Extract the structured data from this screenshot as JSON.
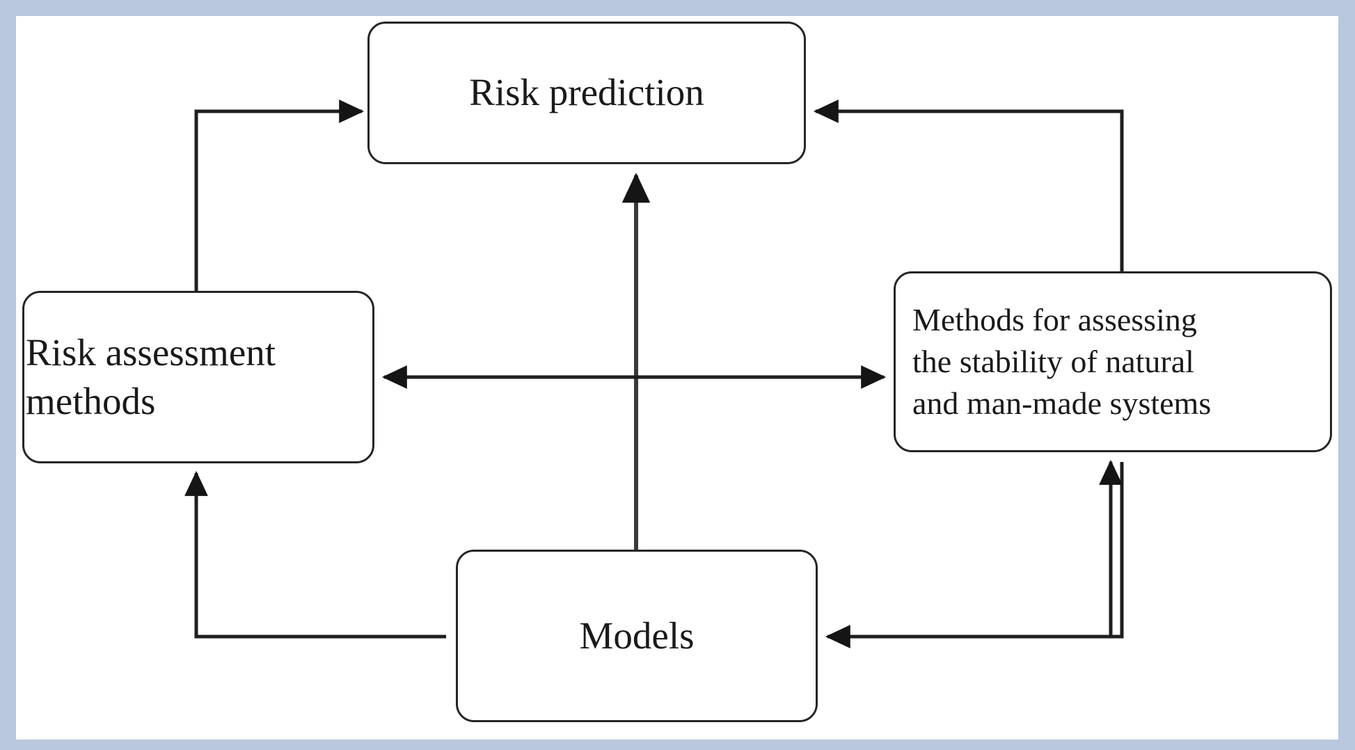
{
  "figure": {
    "type": "cycle-diagram",
    "title": "",
    "border_color": "#b9c8de",
    "background_color": "#ffffff",
    "stroke_color": "#262626",
    "text_color": "#1a1a1a"
  },
  "nodes": [
    {
      "id": "risk-prediction",
      "label": "Risk prediction",
      "position": "top"
    },
    {
      "id": "risk-assessment",
      "label": "Risk assessment\nmethods",
      "position": "left"
    },
    {
      "id": "stability",
      "label": "Methods for assessing\nthe stability of natural\nand man-made systems",
      "position": "right"
    },
    {
      "id": "models",
      "label": "Models",
      "position": "bottom"
    }
  ],
  "edges": [
    {
      "id": "edge-assessment-to-prediction",
      "from": "risk-assessment",
      "to": "risk-prediction",
      "arrowheads": "end",
      "style": "elbow"
    },
    {
      "id": "edge-stability-to-prediction",
      "from": "stability",
      "to": "risk-prediction",
      "arrowheads": "end",
      "style": "elbow"
    },
    {
      "id": "edge-models-to-prediction",
      "from": "models",
      "to": "risk-prediction",
      "arrowheads": "end",
      "style": "straight-vertical"
    },
    {
      "id": "edge-assessment-stability",
      "from": "risk-assessment",
      "to": "stability",
      "arrowheads": "both",
      "style": "straight-horizontal"
    },
    {
      "id": "edge-models-to-assessment",
      "from": "models",
      "to": "risk-assessment",
      "arrowheads": "end",
      "style": "elbow"
    },
    {
      "id": "edge-models-to-stability",
      "from": "models",
      "to": "stability",
      "arrowheads": "end",
      "style": "elbow"
    }
  ]
}
